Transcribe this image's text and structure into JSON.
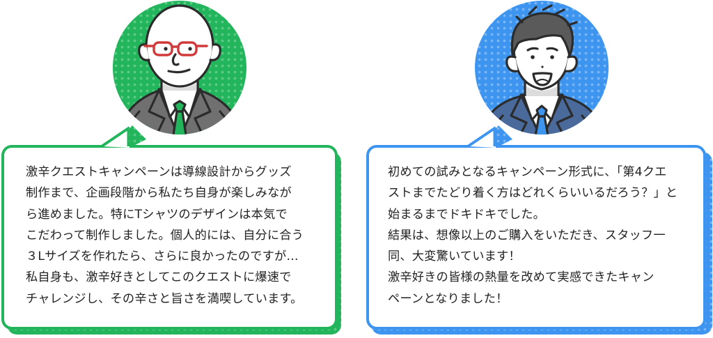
{
  "colors": {
    "green": "#22b55c",
    "green_dot": "#5ccb86",
    "blue": "#3d95ef",
    "blue_dot": "#7ab6f5",
    "text": "#222222",
    "outline": "#2b2b2b",
    "suit_gray": "#707070",
    "suit_navy": "#4a6a9c",
    "glasses_red": "#d03a3a"
  },
  "testimonials": [
    {
      "speaker": "bald man with red glasses and green tie",
      "accent": "green",
      "lines": [
        "激辛クエストキャンペーンは導線設計からグッズ",
        "制作まで、企画段階から私たち自身が楽しみなが",
        "ら進めました。特にTシャツのデザインは本気で",
        "こだわって制作しました。個人的には、自分に合う",
        "３Lサイズを作れたら、さらに良かったのですが…",
        "私自身も、激辛好きとしてこのクエストに爆速で",
        "チャレンジし、その辛さと旨さを満喫しています。"
      ]
    },
    {
      "speaker": "young man with short hair and blue tie",
      "accent": "blue",
      "lines": [
        "初めての試みとなるキャンペーン形式に、「第4クエ",
        "ストまでたどり着く方はどれくらいいるだろう？」と",
        "始まるまでドキドキでした。",
        "結果は、想像以上のご購入をいただき、スタッフ一",
        "同、大変驚いています！",
        "激辛好きの皆様の熱量を改めて実感できたキャン",
        "ペーンとなりました！"
      ]
    }
  ]
}
